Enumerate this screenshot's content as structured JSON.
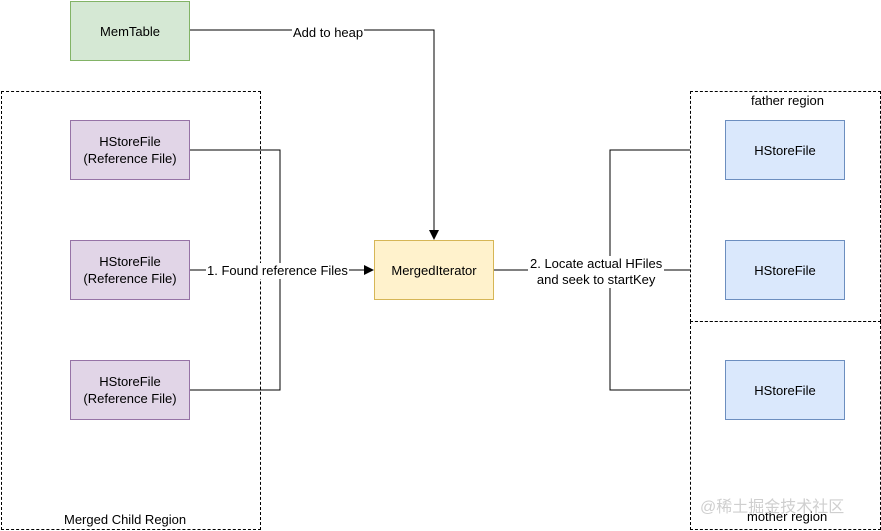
{
  "regions": {
    "merged_child": "Merged Child Region",
    "father": "father region",
    "mother": "mother region"
  },
  "nodes": {
    "memtable": "MemTable",
    "child_files": [
      {
        "name": "HStoreFile",
        "sub": "(Reference File)"
      },
      {
        "name": "HStoreFile",
        "sub": "(Reference File)"
      },
      {
        "name": "HStoreFile",
        "sub": "(Reference File)"
      }
    ],
    "merged_iterator": "MergedIterator",
    "parent_files": [
      "HStoreFile",
      "HStoreFile",
      "HStoreFile"
    ]
  },
  "edges": {
    "add_to_heap": "Add to heap",
    "found_reference": "1. Found reference Files",
    "locate_line1": "2. Locate actual HFiles",
    "locate_line2": "and seek to startKey"
  },
  "watermark": "@稀土掘金技术社区",
  "colors": {
    "memtable_fill": "#d5e8d4",
    "reference_file_fill": "#e1d5e7",
    "merged_iterator_fill": "#fff2cc",
    "hstorefile_fill": "#dae8fc"
  }
}
